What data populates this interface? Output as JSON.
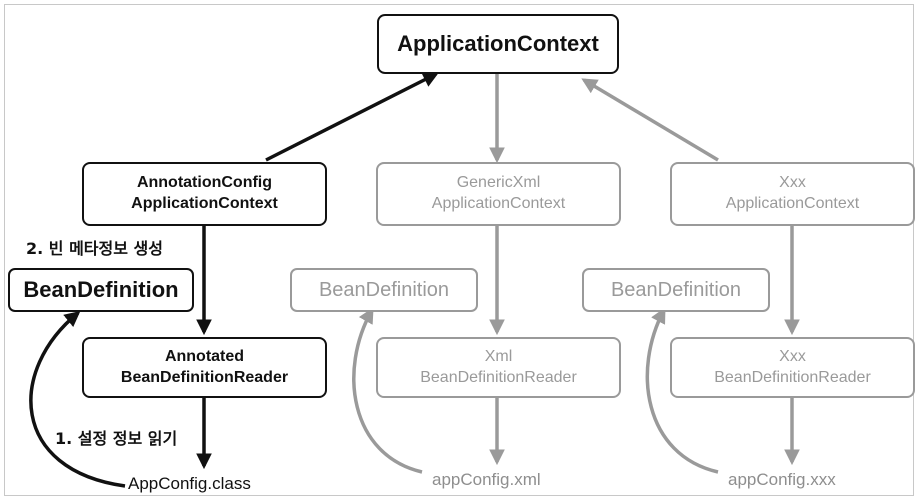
{
  "application_context": "ApplicationContext",
  "columns": [
    {
      "context": [
        "AnnotationConfig",
        "ApplicationContext"
      ],
      "reader": [
        "Annotated",
        "BeanDefinitionReader"
      ],
      "bean_definition": "BeanDefinition",
      "config_file": "AppConfig.class"
    },
    {
      "context": [
        "GenericXml",
        "ApplicationContext"
      ],
      "reader": [
        "Xml",
        "BeanDefinitionReader"
      ],
      "bean_definition": "BeanDefinition",
      "config_file": "appConfig.xml"
    },
    {
      "context": [
        "Xxx",
        "ApplicationContext"
      ],
      "reader": [
        "Xxx",
        "BeanDefinitionReader"
      ],
      "bean_definition": "BeanDefinition",
      "config_file": "appConfig.xxx"
    }
  ],
  "notes": {
    "create_metadata": "2. 빈 메타정보 생성",
    "read_config": "1. 설정 정보 읽기"
  },
  "colors": {
    "active": "#111111",
    "inactive": "#9a9a9a"
  }
}
